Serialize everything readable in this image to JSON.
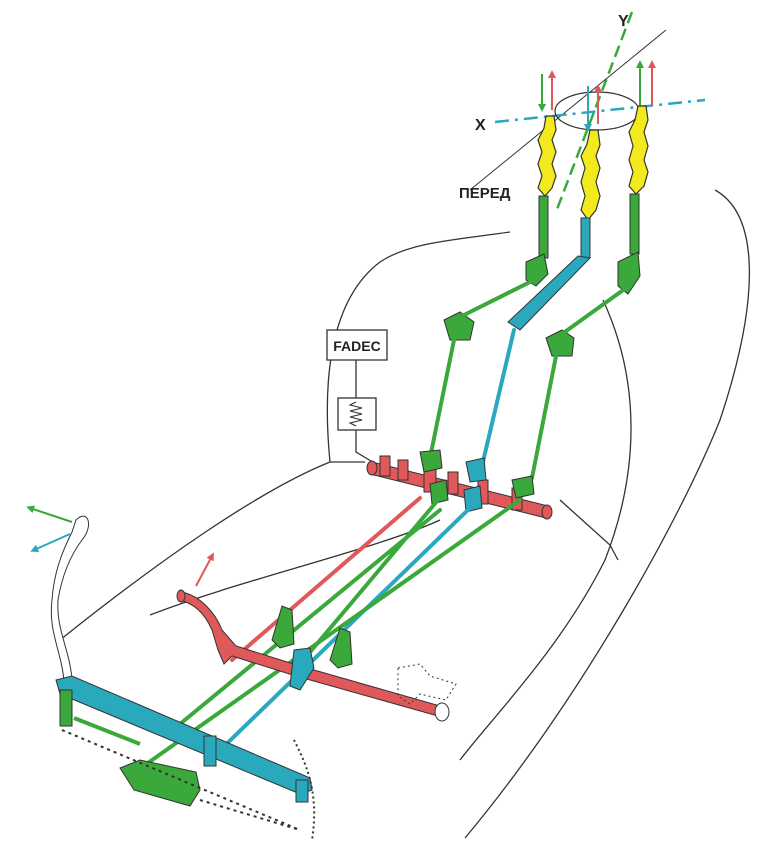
{
  "labels": {
    "y_axis": "Y",
    "x_axis": "X",
    "forward": "ПЕРЕД",
    "fadec": "FADEC"
  },
  "colors": {
    "green": "#3aa83a",
    "green_dark": "#1f7a25",
    "red": "#e0595a",
    "red_dark": "#a83030",
    "cyan": "#2aa8bc",
    "cyan_dark": "#1a6f80",
    "yellow": "#f2ea1d",
    "outline": "#333333",
    "background": "#ffffff"
  },
  "icons": {
    "spring": "spring-icon",
    "arrow": "arrow-icon"
  }
}
